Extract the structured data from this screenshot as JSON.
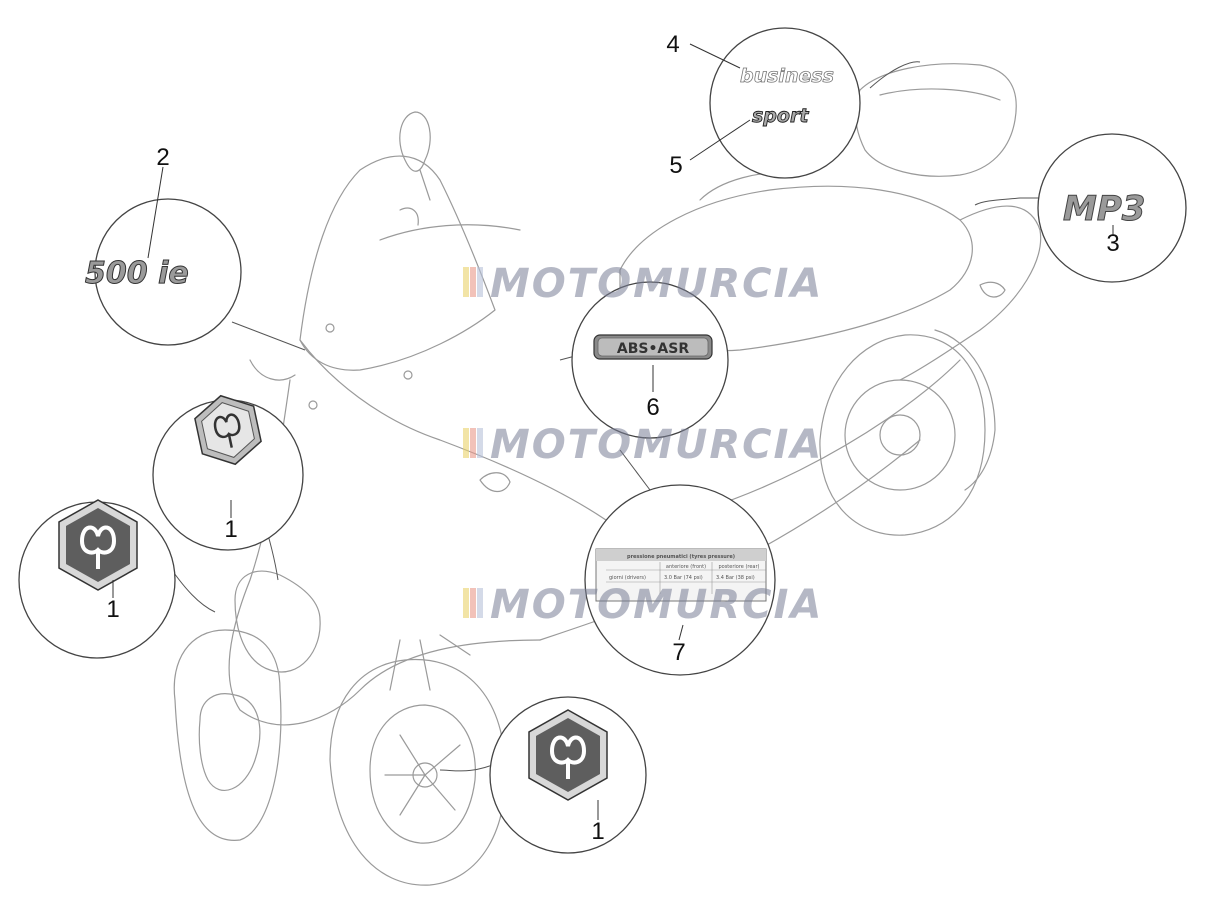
{
  "callouts": [
    {
      "id": "c1a",
      "number": "1"
    },
    {
      "id": "c1b",
      "number": "1"
    },
    {
      "id": "c1c",
      "number": "1"
    },
    {
      "id": "c2",
      "number": "2"
    },
    {
      "id": "c3",
      "number": "3"
    },
    {
      "id": "c4",
      "number": "4"
    },
    {
      "id": "c5",
      "number": "5"
    },
    {
      "id": "c6",
      "number": "6"
    },
    {
      "id": "c7",
      "number": "7"
    }
  ],
  "badges": {
    "model": "500 ie",
    "mp3": "MP3",
    "business": "business",
    "sport": "sport",
    "abs": "ABS•ASR"
  },
  "tyre_label": {
    "title": "pressione pneumatici (tyres pressure)",
    "col_front": "anteriore (front)",
    "col_rear": "posteriore (rear)",
    "row_label": "giorni (drivers)",
    "front_value": "3.0 Bar (74 psi)",
    "rear_value": "3.4 Bar (38 psi)"
  },
  "watermark": "MOTOMURCIA",
  "colors": {
    "line": "#555555",
    "watermark": "#7a7f96",
    "badge_grey": "#8a8a8a"
  }
}
